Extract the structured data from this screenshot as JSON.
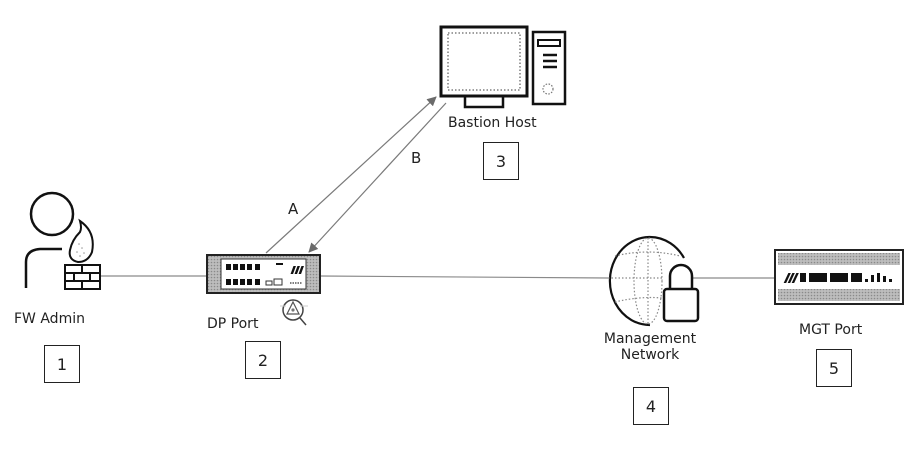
{
  "diagram": {
    "nodes": [
      {
        "id": "fw-admin",
        "label": "FW Admin",
        "number": "1",
        "icon": "user-with-firewall-icon"
      },
      {
        "id": "dp-port",
        "label": "DP Port",
        "number": "2",
        "icon": "firewall-appliance-icon",
        "badge_icon": "threat-inspection-icon"
      },
      {
        "id": "bastion-host",
        "label": "Bastion Host",
        "number": "3",
        "icon": "desktop-computer-icon"
      },
      {
        "id": "management-network",
        "label_line1": "Management",
        "label_line2": "Network",
        "number": "4",
        "icon": "secure-globe-icon"
      },
      {
        "id": "mgt-port",
        "label": "MGT Port",
        "number": "5",
        "icon": "rack-appliance-icon"
      }
    ],
    "edges": [
      {
        "from": "fw-admin",
        "to": "dp-port",
        "label": "",
        "directed": false
      },
      {
        "from": "dp-port",
        "to": "bastion-host",
        "label": "A",
        "directed": true
      },
      {
        "from": "bastion-host",
        "to": "dp-port",
        "label": "B",
        "directed": true
      },
      {
        "from": "dp-port",
        "to": "management-network",
        "label": "",
        "directed": false
      },
      {
        "from": "management-network",
        "to": "mgt-port",
        "label": "",
        "directed": false
      }
    ]
  }
}
